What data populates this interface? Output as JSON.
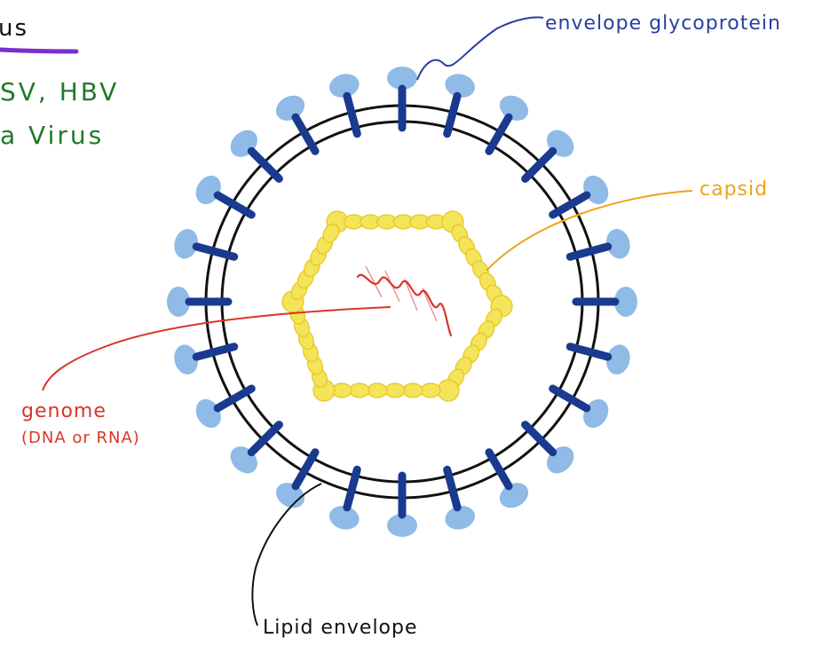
{
  "colors": {
    "background": "#ffffff",
    "membrane": "#111111",
    "spike_stem": "#1a3a8f",
    "spike_head": "#8fbbe6",
    "capsid_fill": "#f3e45a",
    "capsid_edge": "#e9c421",
    "genome": "#d8352a",
    "glycoprotein_label": "#2b3f9e",
    "capsid_label": "#f0a21b",
    "genome_label": "#d8352a",
    "envelope_label": "#111111",
    "note_text": "#1f7a2a",
    "title_underline": "#7b2fc9"
  },
  "header": {
    "title_fragment": "us",
    "note_line1": "SV, HBV",
    "note_line2": "a Virus"
  },
  "labels": {
    "glycoprotein": "envelope glycoprotein",
    "capsid": "capsid",
    "genome_line1": "genome",
    "genome_line2": "(DNA or RNA)",
    "envelope": "Lipid envelope"
  },
  "icons": {
    "virus": "virus-diagram-icon"
  }
}
